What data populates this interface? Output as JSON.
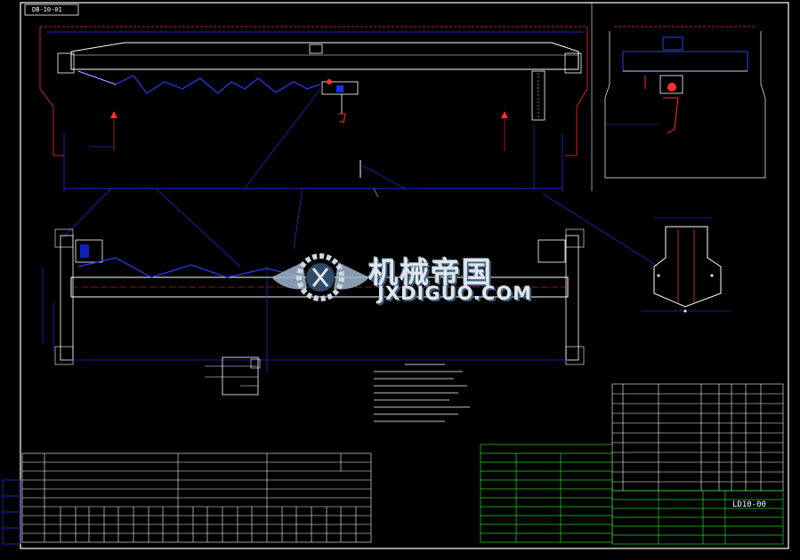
{
  "drawing": {
    "corner_tag": "DB-10-01",
    "drawing_code": "LD10-00"
  },
  "watermark": {
    "cn": "机械帝国",
    "en": "JXDIGUO.COM"
  },
  "colors": {
    "background": "#000000",
    "frame": "#ffffff",
    "outline": "#2a3cff",
    "dimension": "#ff3030",
    "table_green": "#27d327",
    "text": "#ffffff"
  }
}
